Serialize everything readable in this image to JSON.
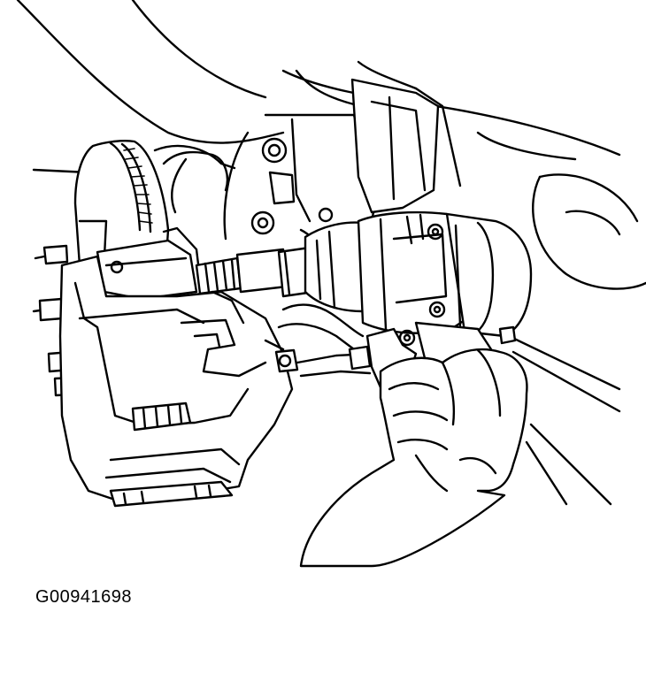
{
  "figure": {
    "id_label": "G00941698",
    "line_color": "#000000",
    "background": "#ffffff",
    "components": [
      "brake-rotor",
      "brake-caliper",
      "steering-knuckle",
      "impact-wrench",
      "technician-hand",
      "wheel-studs",
      "suspension-strut",
      "brake-hose"
    ]
  }
}
